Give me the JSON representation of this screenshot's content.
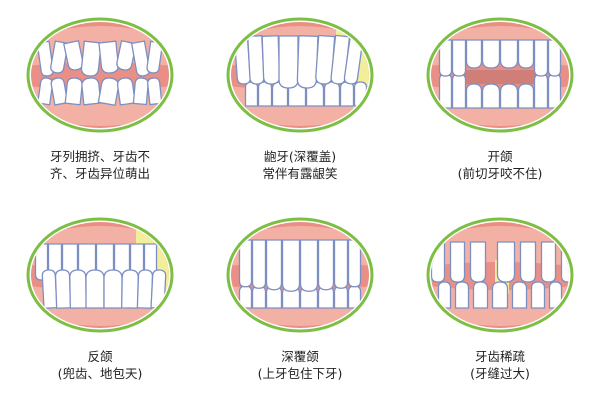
{
  "panels": [
    {
      "id": "crowded",
      "caption": [
        "牙列拥挤、牙齿不",
        "齐、牙齿异位萌出"
      ]
    },
    {
      "id": "overjet",
      "caption": [
        "龅牙(深覆盖)",
        "常伴有露龈笑"
      ]
    },
    {
      "id": "openbite",
      "caption": [
        "开颌",
        "(前切牙咬不住)"
      ]
    },
    {
      "id": "underbite",
      "caption": [
        "反颌",
        "(兜齿、地包天)"
      ]
    },
    {
      "id": "deepbite",
      "caption": [
        "深覆颌",
        "(上牙包住下牙)"
      ]
    },
    {
      "id": "spacing",
      "caption": [
        "牙齿稀疏",
        "(牙缝过大)"
      ]
    }
  ],
  "colors": {
    "ring": "#7dbe45",
    "lip": "#e98f86",
    "gum": "#f3b0a4",
    "tooth": "#ffffff",
    "outline": "#7d8fc2",
    "shade": "#f2ee9a"
  }
}
